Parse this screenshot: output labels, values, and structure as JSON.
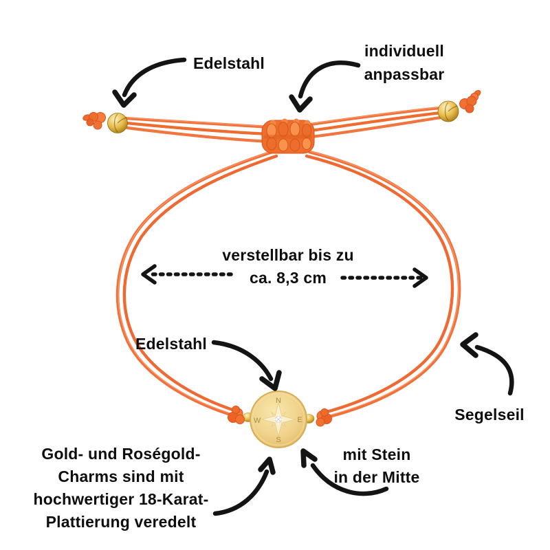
{
  "labels": {
    "edelstahl_top": "Edelstahl",
    "adjustable": {
      "line1": "individuell",
      "line2": "anpassbar"
    },
    "measure": {
      "line1": "verstellbar bis zu",
      "line2": "ca. 8,3 cm"
    },
    "edelstahl_charm": "Edelstahl",
    "cord": "Segelseil",
    "stone": {
      "line1": "mit Stein",
      "line2": "in der Mitte"
    },
    "plating": {
      "line1": "Gold- und Roségold-",
      "line2": "Charms sind mit",
      "line3": "hochwertiger 18-Karat-",
      "line4": "Plattierung veredelt"
    }
  },
  "charm": {
    "compass": {
      "n": "N",
      "e": "E",
      "s": "S",
      "w": "W"
    }
  },
  "colors": {
    "cord_orange": "#F1703A",
    "cord_dark": "#D5541B",
    "cord_highlight": "#FC9F6F",
    "bead_gold": "#E9BE4E",
    "charm_gold": "#F0D28B",
    "compass_letter": "#AA8A3E",
    "annotation_black": "#141414",
    "background": "#FFFFFF"
  }
}
